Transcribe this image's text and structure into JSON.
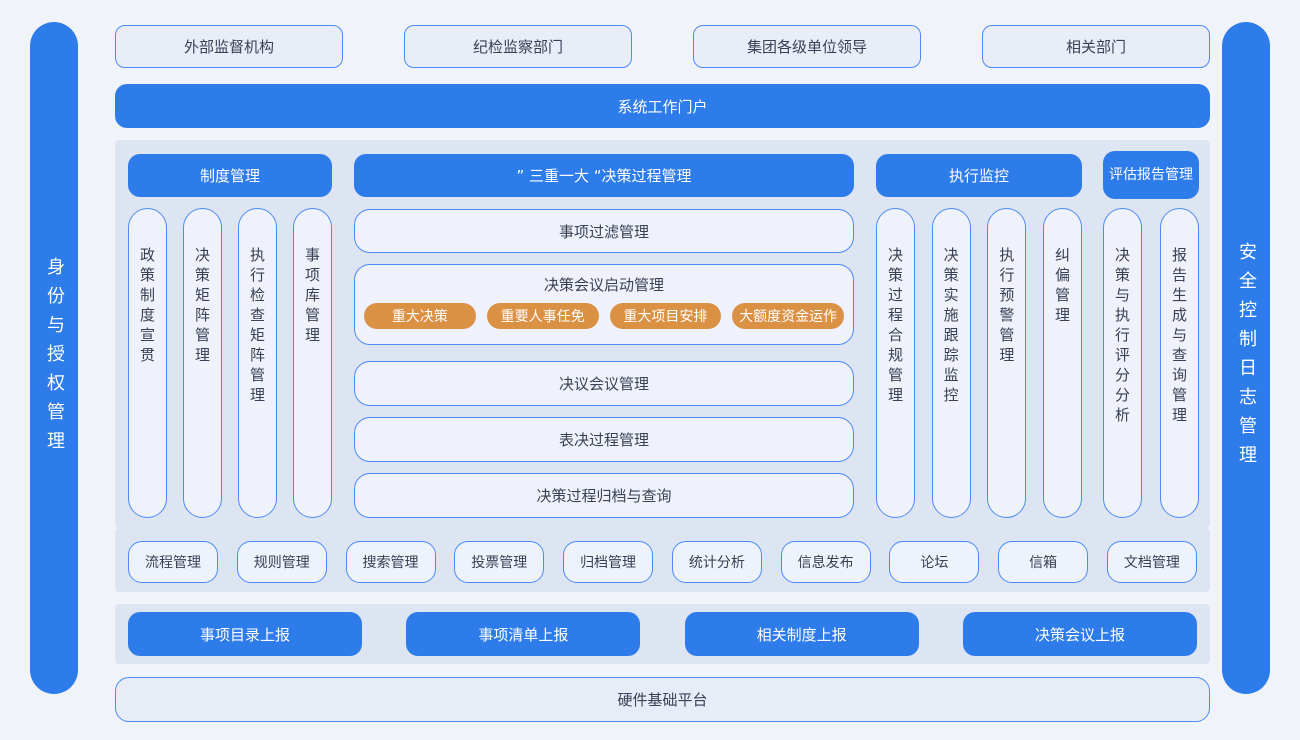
{
  "colors": {
    "primary_blue": "#2E7BEA",
    "border_blue": "#4C8BF5",
    "band_background": "#DEE5F2",
    "light_fill": "#EFF2FA",
    "page_background": "#F0F4FA",
    "badge_orange": "#DB9143",
    "text_dark": "#3A4155"
  },
  "sidebars": {
    "left": "身份与授权管理",
    "right": "安全控制日志管理"
  },
  "top_row": {
    "items": [
      "外部监督机构",
      "纪检监察部门",
      "集团各级单位领导",
      "相关部门"
    ]
  },
  "portal": {
    "label": "系统工作门户"
  },
  "main": {
    "system_mgmt": {
      "title": "制度管理",
      "items": [
        "政策制度宣贯",
        "决策矩阵管理",
        "执行检查矩阵管理",
        "事项库管理"
      ]
    },
    "decision_process": {
      "title": "” 三重一大 “决策过程管理",
      "row_filter": "事项过滤管理",
      "launch": {
        "title": "决策会议启动管理",
        "badges": [
          "重大决策",
          "重要人事任免",
          "重大项目安排",
          "大额度资金运作"
        ]
      },
      "row_resolution": "决议会议管理",
      "row_vote": "表决过程管理",
      "row_archive": "决策过程归档与查询"
    },
    "exec_monitor": {
      "title": "执行监控",
      "items": [
        "决策过程合规管理",
        "决策实施跟踪监控",
        "执行预警管理",
        "纠偏管理"
      ]
    },
    "eval_report": {
      "title": "评估报告管理",
      "items": [
        "决策与执行评分分析",
        "报告生成与查询管理"
      ]
    }
  },
  "tools_row": {
    "items": [
      "流程管理",
      "规则管理",
      "搜索管理",
      "投票管理",
      "归档管理",
      "统计分析",
      "信息发布",
      "论坛",
      "信箱",
      "文档管理"
    ]
  },
  "report_row": {
    "items": [
      "事项目录上报",
      "事项清单上报",
      "相关制度上报",
      "决策会议上报"
    ]
  },
  "hardware": {
    "label": "硬件基础平台"
  }
}
